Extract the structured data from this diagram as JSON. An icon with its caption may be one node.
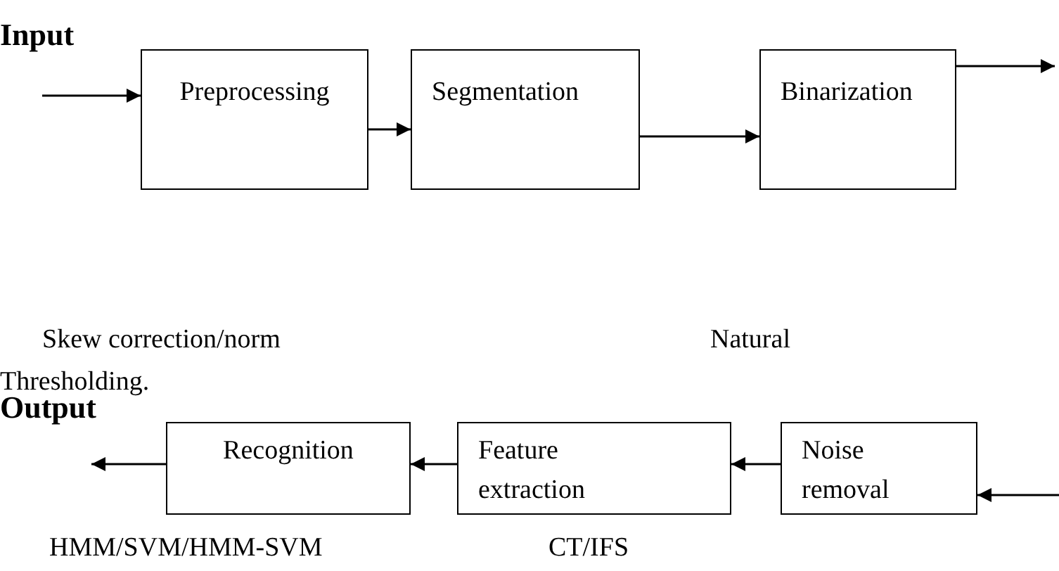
{
  "diagram": {
    "nodes": [
      {
        "text": [
          "Preprocessing"
        ]
      },
      {
        "text": [
          "Segmentation"
        ]
      },
      {
        "text": [
          "Binarization"
        ]
      },
      {
        "text": [
          "Recognition"
        ]
      },
      {
        "text": [
          "Feature extraction"
        ]
      },
      {
        "text": [
          "Noise removal"
        ]
      }
    ],
    "edges": [
      {
        "from": null,
        "to": 0,
        "arrow": "to"
      },
      {
        "from": 0,
        "to": 1,
        "arrow": "to"
      },
      {
        "from": 1,
        "to": 2,
        "arrow": "to"
      },
      {
        "from": 2,
        "to": null,
        "arrow": "to"
      },
      {
        "from": null,
        "to": 5,
        "arrow": "to"
      },
      {
        "from": 5,
        "to": 4,
        "arrow": "to"
      },
      {
        "from": 4,
        "to": 3,
        "arrow": "to"
      },
      {
        "from": 3,
        "to": null,
        "arrow": "to"
      }
    ],
    "labels": [
      "Input",
      "Skew correction/norm",
      "Natural",
      "Thresholding.",
      "Output",
      "HMM/SVM/HMM-SVM",
      "CT/IFS"
    ]
  }
}
